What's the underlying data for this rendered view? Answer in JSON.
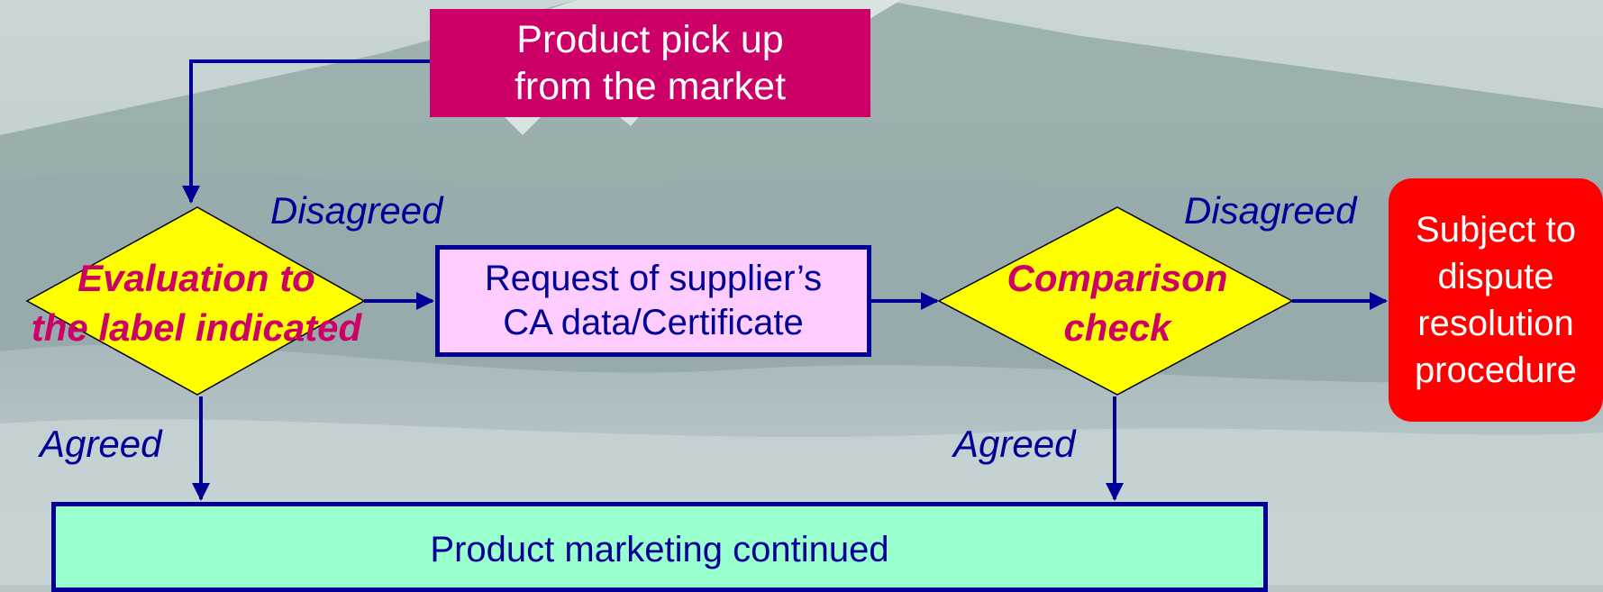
{
  "pickup": {
    "line1": "Product pick up",
    "line2": "from the market"
  },
  "evaluation": {
    "line1": "Evaluation to",
    "line2": "the label indicated"
  },
  "request": {
    "line1": "Request of supplier’s",
    "line2": "CA data/Certificate"
  },
  "comparison": {
    "line1": "Comparison",
    "line2": "check"
  },
  "dispute": {
    "line1": "Subject to",
    "line2": "dispute",
    "line3": "resolution",
    "line4": "procedure"
  },
  "continued": {
    "label": "Product marketing continued"
  },
  "branches": {
    "disagreed_1": "Disagreed",
    "disagreed_2": "Disagreed",
    "agreed_1": "Agreed",
    "agreed_2": "Agreed"
  },
  "colors": {
    "pickup_fill": "#cc0066",
    "decision_fill": "#ffff00",
    "request_fill": "#ffccff",
    "dispute_fill": "#ff0000",
    "continued_fill": "#99ffcc",
    "connector": "#000099",
    "decision_text": "#cc0066"
  }
}
